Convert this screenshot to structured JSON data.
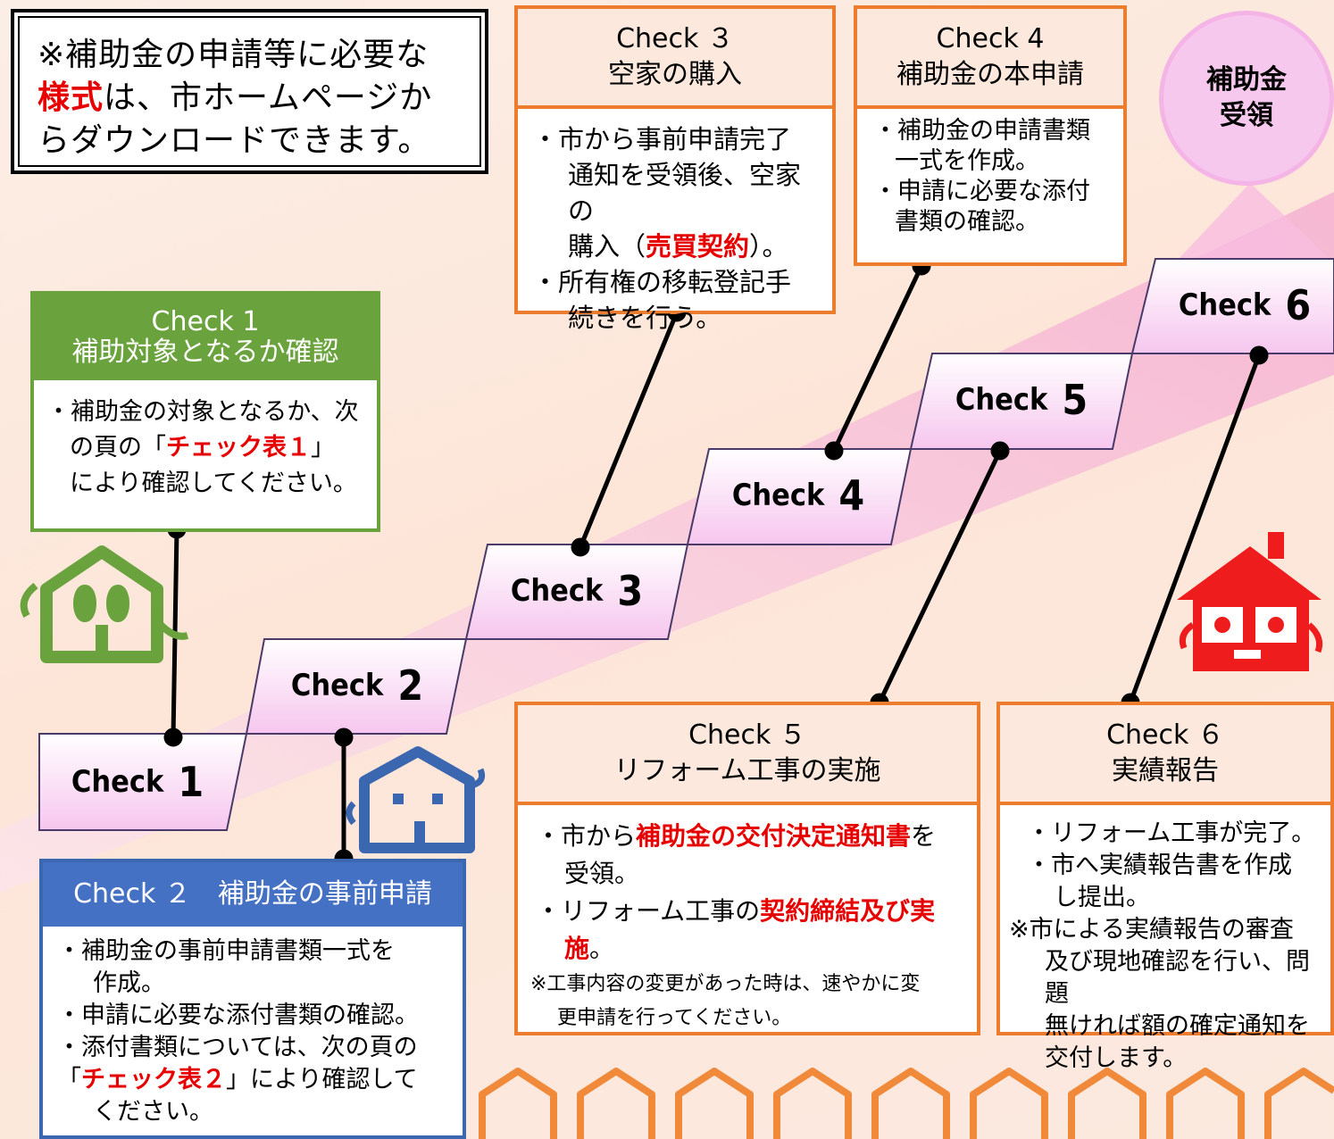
{
  "notice": {
    "before": "※補助金の申請等に必要な",
    "highlight": "様式",
    "after": "は、市ホームページからダウンロードできます。"
  },
  "goal": {
    "line1": "補助金",
    "line2": "受領"
  },
  "steps": [
    {
      "word": "Check",
      "num": "1"
    },
    {
      "word": "Check",
      "num": "2"
    },
    {
      "word": "Check",
      "num": "3"
    },
    {
      "word": "Check",
      "num": "4"
    },
    {
      "word": "Check",
      "num": "5"
    },
    {
      "word": "Check",
      "num": "6"
    }
  ],
  "check1": {
    "title1": "Check 1",
    "title2": "補助対象となるか確認",
    "l1": "・補助金の対象となるか、次",
    "l2a": "の頁の「",
    "l2b": "チェック表１",
    "l2c": "」",
    "l3": "により確認してください。"
  },
  "check2": {
    "title": "Check ２　補助金の事前申請",
    "l1": "・補助金の事前申請書類一式を",
    "l2": "作成。",
    "l3": "・申請に必要な添付書類の確認。",
    "l4": "・添付書類については、次の頁の",
    "l5a": "「",
    "l5b": "チェック表２",
    "l5c": "」により確認して",
    "l6": "ください。"
  },
  "check3": {
    "title1": "Check ３",
    "title2": "空家の購入",
    "l1": "・市から事前申請完了",
    "l2": "通知を受領後、空家の",
    "l3a": "購入（",
    "l3b": "売買契約",
    "l3c": "）。",
    "l4": "・所有権の移転登記手",
    "l5": "続きを行う。"
  },
  "check4": {
    "title1": "Check 4",
    "title2": "補助金の本申請",
    "l1": "・補助金の申請書類",
    "l2": "一式を作成。",
    "l3": "・申請に必要な添付",
    "l4": "書類の確認。"
  },
  "check5": {
    "title1": "Check ５",
    "title2": "リフォーム工事の実施",
    "l1a": "・市から",
    "l1b": "補助金の交付決定通知書",
    "l1c": "を",
    "l2": "受領。",
    "l3a": "・リフォーム工事の",
    "l3b": "契約締結及び実",
    "l4b": "施",
    "l4c": "。",
    "l5": "※工事内容の変更があった時は、速やかに変",
    "l6": "更申請を行ってください。"
  },
  "check6": {
    "title1": "Check ６",
    "title2": "実績報告",
    "l1": "・リフォーム工事が完了。",
    "l2": "・市へ実績報告書を作成",
    "l3": "し提出。",
    "l4": "※市による実績報告の審査",
    "l5": "及び現地確認を行い、問題",
    "l6": "無ければ額の確定通知を",
    "l7": "交付します。"
  },
  "colors": {
    "green": "#6aa33e",
    "blue": "#4471c4",
    "orange": "#ec7d2e",
    "red": "#e60000",
    "pink": "#f6c8ee"
  },
  "icons": [
    "green-house-character-icon",
    "blue-house-character-icon",
    "red-house-character-icon",
    "house-row-decoration-icon"
  ]
}
